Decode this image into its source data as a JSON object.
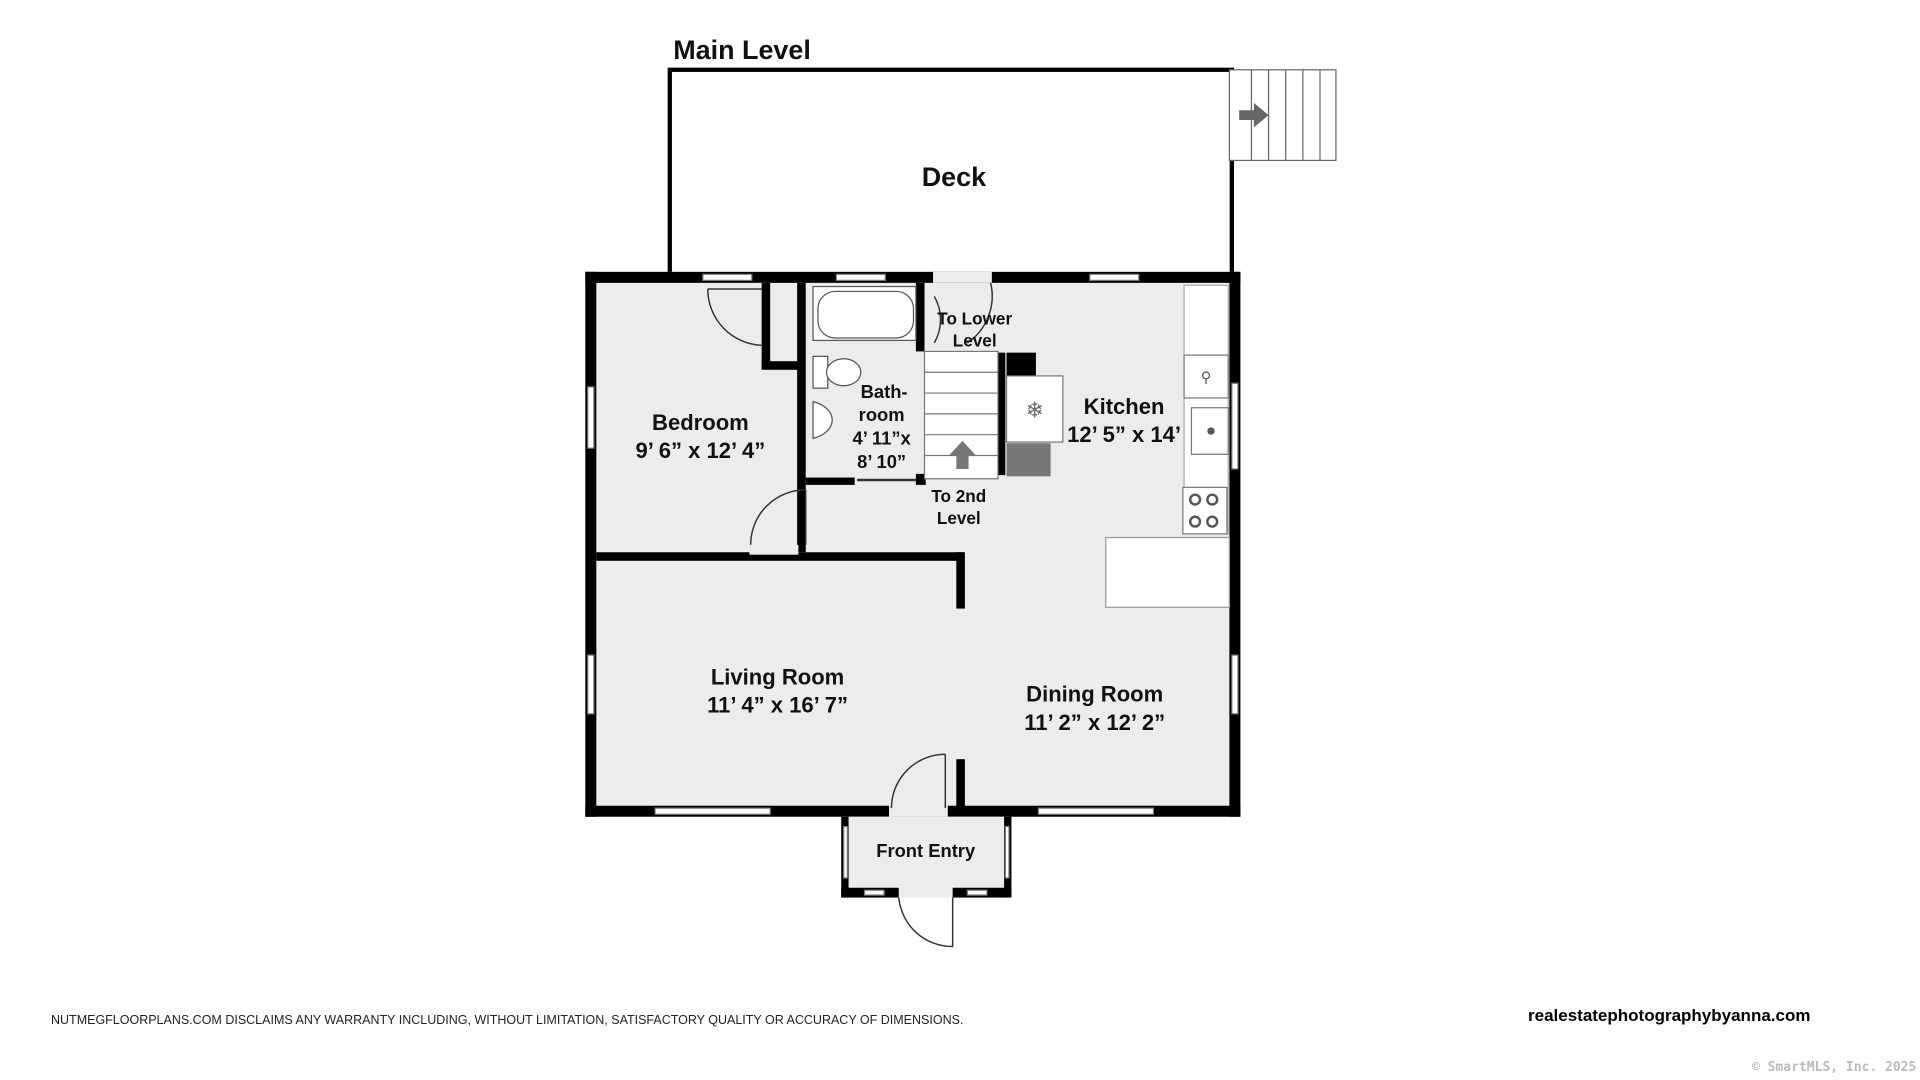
{
  "title": "Main Level",
  "rooms": {
    "deck": "Deck",
    "bedroom": {
      "name": "Bedroom",
      "size": "9’ 6” x 12’ 4”"
    },
    "bathroom": {
      "name1": "Bath-",
      "name2": "room",
      "size1": "4’ 11”x",
      "size2": "8’ 10”"
    },
    "kitchen": {
      "name": "Kitchen",
      "size": "12’ 5” x 14’"
    },
    "living": {
      "name": "Living Room",
      "size": "11’ 4” x 16’ 7”"
    },
    "dining": {
      "name": "Dining Room",
      "size": "11’ 2” x 12’ 2”"
    },
    "entry": "Front Entry",
    "lower1": "To Lower",
    "lower2": "Level",
    "second1": "To 2nd",
    "second2": "Level"
  },
  "footer": {
    "disclaimer": "NUTMEGFLOORPLANS.COM DISCLAIMS ANY WARRANTY INCLUDING, WITHOUT LIMITATION, SATISFACTORY QUALITY OR ACCURACY OF DIMENSIONS.",
    "website": "realestatephotographybyanna.com",
    "copyright": "© SmartMLS, Inc.  2025"
  }
}
